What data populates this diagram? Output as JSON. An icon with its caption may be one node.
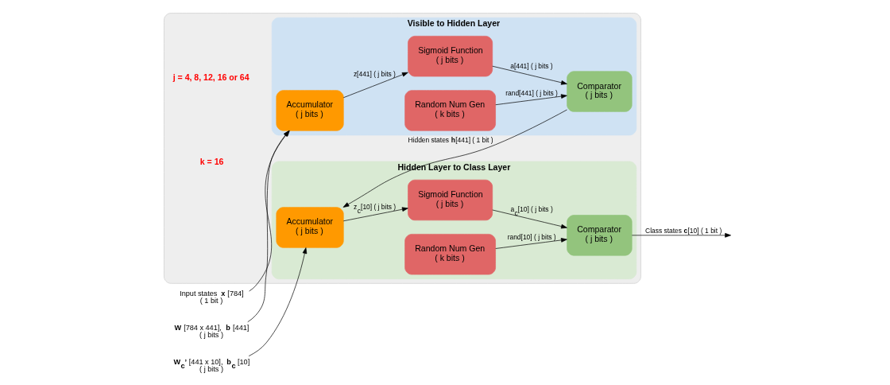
{
  "diagram": {
    "nodes": [
      {
        "text": [],
        "shape": "box"
      },
      {
        "text": [
          "Visible to Hidden Layer"
        ],
        "in": 0
      },
      {
        "text": [
          "Accumulator",
          "( j bits )"
        ],
        "in": 1
      },
      {
        "text": [
          "Sigmoid Function",
          "( j bits )"
        ],
        "in": 1
      },
      {
        "text": [
          "Random Num Gen",
          "( k bits )"
        ],
        "in": 1
      },
      {
        "text": [
          "Comparator",
          "( j bits )"
        ],
        "in": 1
      },
      {
        "text": [
          "Hidden Layer to Class Layer"
        ],
        "in": 0
      },
      {
        "text": [
          "Accumulator",
          "( j bits )"
        ],
        "in": 6
      },
      {
        "text": [
          "Sigmoid Function",
          "( j bits )"
        ],
        "in": 6
      },
      {
        "text": [
          "Random Num Gen",
          "( k bits )"
        ],
        "in": 6
      },
      {
        "text": [
          "Comparator",
          "( j bits )"
        ],
        "in": 6
      },
      {
        "text": [
          "Input states **x** [784]",
          "( 1 bit )"
        ]
      },
      {
        "text": [
          "**W** [784 x 441], **b** [441]",
          "( j bits )"
        ]
      },
      {
        "text": [
          "**W$_{c}$’** [441 x 10], **b$_{c}$** [10]",
          "( j bits )"
        ]
      }
    ],
    "edges": [
      {
        "from": 11,
        "to": 2,
        "arrow": "to"
      },
      {
        "from": 12,
        "to": 2,
        "arrow": "to"
      },
      {
        "from": 2,
        "to": 3,
        "arrow": "to",
        "label": "z[441] ( j bits )"
      },
      {
        "from": 3,
        "to": 5,
        "arrow": "to",
        "label": "a[441] ( j bits )"
      },
      {
        "from": 4,
        "to": 5,
        "arrow": "to",
        "label": "rand[441] ( j bits )"
      },
      {
        "from": 5,
        "to": 7,
        "arrow": "to",
        "label": "Hidden states **h**[441] ( 1 bit )"
      },
      {
        "from": 13,
        "to": 7,
        "arrow": "to"
      },
      {
        "from": 7,
        "to": 8,
        "arrow": "to",
        "label": "z$_{c}$[10] ( j bits )"
      },
      {
        "from": 8,
        "to": 10,
        "arrow": "to",
        "label": "a$_{c}$[10] ( j bits )"
      },
      {
        "from": 9,
        "to": 10,
        "arrow": "to",
        "label": "rand[10] ( j bits )"
      },
      {
        "from": 10,
        "to": null,
        "arrow": "to",
        "label": "Class states **c**[10] ( 1 bit )"
      }
    ],
    "labels": [
      "j = 4, 8, 12, 16 or 64",
      "k = 16"
    ]
  }
}
